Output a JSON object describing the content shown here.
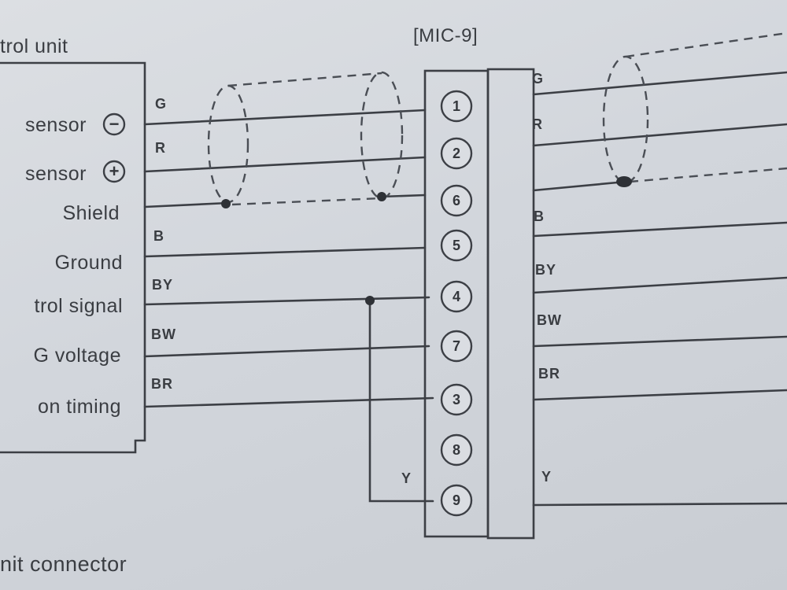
{
  "header": {
    "left_title": "trol unit",
    "connector_name": "[MIC-9]",
    "footer": "nit connector"
  },
  "unit_labels": [
    "sensor",
    "sensor",
    "Shield",
    "Ground",
    "trol signal",
    "G voltage",
    "on timing"
  ],
  "sensor_signs": [
    "−",
    "+"
  ],
  "left_wire_codes": [
    "G",
    "R",
    "B",
    "BY",
    "BW",
    "BR"
  ],
  "left_y_code": "Y",
  "pins": [
    "1",
    "2",
    "6",
    "5",
    "4",
    "7",
    "3",
    "8",
    "9"
  ],
  "right_wire_codes": [
    "G",
    "R",
    "B",
    "BY",
    "BW",
    "BR",
    "Y"
  ],
  "colors": {
    "ink": "#3a3d42",
    "paper": "#d6d9de"
  }
}
